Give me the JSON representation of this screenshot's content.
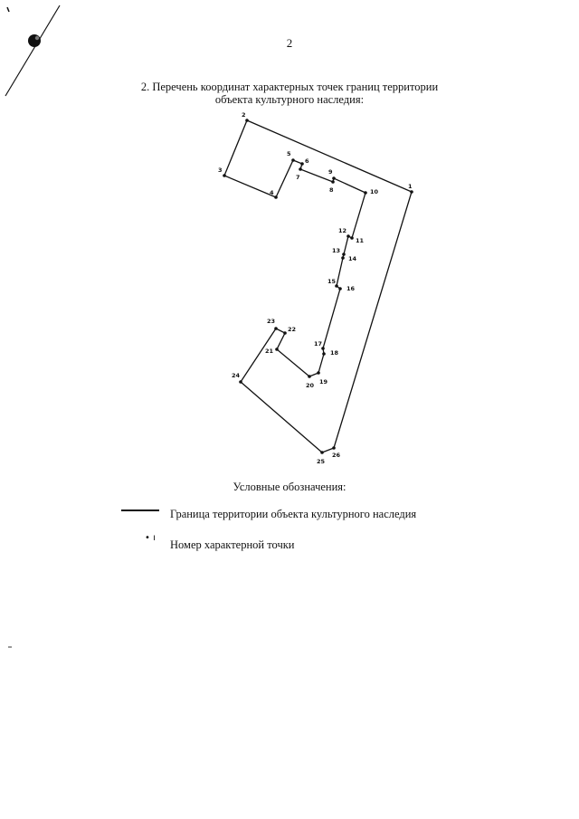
{
  "page_number": "2",
  "title_line1": "2. Перечень координат характерных точек границ территории",
  "title_line2": "объекта культурного наследия:",
  "legend": {
    "title": "Условные обозначения:",
    "line_text": "Граница территории объекта культурного наследия",
    "point_symbol": "• ı",
    "point_text": "Номер характерной точки"
  },
  "colors": {
    "line": "#111111",
    "background": "#ffffff"
  },
  "points": [
    {
      "id": "1"
    },
    {
      "id": "2"
    },
    {
      "id": "3"
    },
    {
      "id": "4"
    },
    {
      "id": "5"
    },
    {
      "id": "6"
    },
    {
      "id": "7"
    },
    {
      "id": "8"
    },
    {
      "id": "9"
    },
    {
      "id": "10"
    },
    {
      "id": "11"
    },
    {
      "id": "12"
    },
    {
      "id": "13"
    },
    {
      "id": "14"
    },
    {
      "id": "15"
    },
    {
      "id": "16"
    },
    {
      "id": "17"
    },
    {
      "id": "18"
    },
    {
      "id": "19"
    },
    {
      "id": "20"
    },
    {
      "id": "21"
    },
    {
      "id": "22"
    },
    {
      "id": "23"
    },
    {
      "id": "24"
    },
    {
      "id": "25"
    },
    {
      "id": "26"
    }
  ]
}
